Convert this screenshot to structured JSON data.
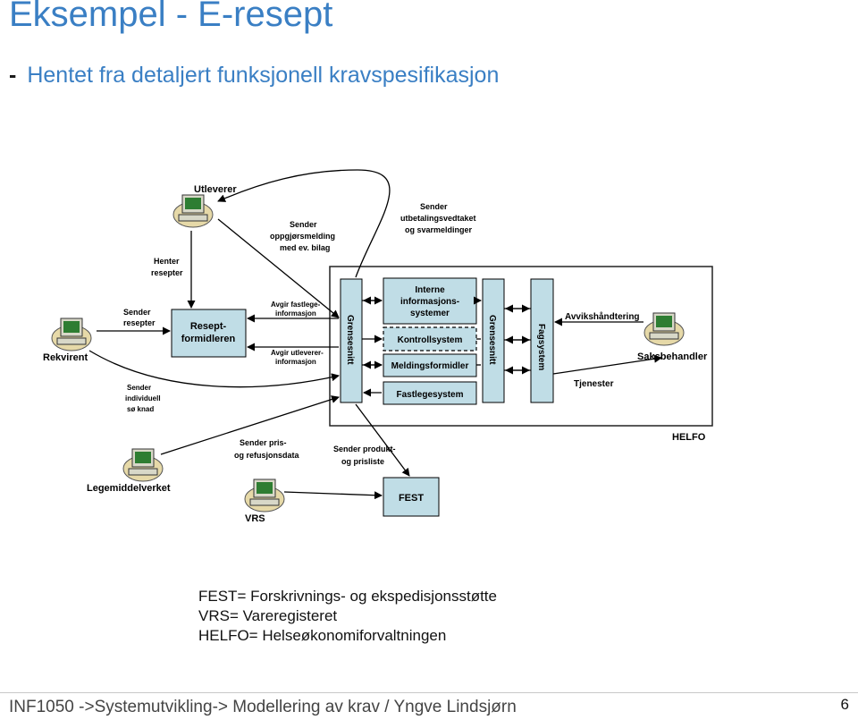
{
  "header": {
    "title": "Eksempel - E-resept",
    "subtitle_dash": "-",
    "subtitle": "Hentet fra detaljert funksjonell kravspesifikasjon"
  },
  "diagram": {
    "actors": {
      "utleverer": "Utleverer",
      "rekvirent": "Rekvirent",
      "legemiddelverket": "Legemiddelverket",
      "vrs": "VRS",
      "saksbehandler": "Saksbehandler"
    },
    "boxes": {
      "reseptformidleren_1": "Resept-",
      "reseptformidleren_2": "formidleren",
      "grensesnitt_left": "Grensesnitt",
      "interne_1": "Interne",
      "interne_2": "informasjons-",
      "interne_3": "systemer",
      "kontrollsystem": "Kontrollsystem",
      "meldingsformidler": "Meldingsformidler",
      "fastlegesystem": "Fastlegesystem",
      "grensesnitt_right": "Grensesnitt",
      "fagsystem": "Fagsystem",
      "fest": "FEST",
      "helfo": "HELFO"
    },
    "labels": {
      "henter_resepter_1": "Henter",
      "henter_resepter_2": "resepter",
      "sender_oppgjor_1": "Sender",
      "sender_oppgjor_2": "oppgjørsmelding",
      "sender_oppgjor_3": "med ev. bilag",
      "sender_utbet_1": "Sender",
      "sender_utbet_2": "utbetalingsvedtaket",
      "sender_utbet_3": "og svarmeldinger",
      "sender_resepter_1": "Sender",
      "sender_resepter_2": "resepter",
      "avgir_fastlege_1": "Avgir fastlege-",
      "avgir_fastlege_2": "informasjon",
      "avgir_utleverer_1": "Avgir utleverer-",
      "avgir_utleverer_2": "informasjon",
      "sender_individuell_1": "Sender",
      "sender_individuell_2": "individuell",
      "sender_individuell_3": "sø knad",
      "sender_pris_1": "Sender pris-",
      "sender_pris_2": "og refusjonsdata",
      "sender_produkt_1": "Sender produkt-",
      "sender_produkt_2": "og prisliste",
      "avvikshandtering": "Avvikshåndtering",
      "tjenester": "Tjenester"
    },
    "colors": {
      "box_fill": "#c0dde6",
      "box_stroke": "#000000",
      "accent": "#3a7fc4"
    }
  },
  "legend": {
    "line1": "FEST= Forskrivnings- og ekspedisjonsstøtte",
    "line2": "VRS= Vareregisteret",
    "line3": "HELFO= Helseøkonomiforvaltningen"
  },
  "footer": {
    "text": "INF1050 ->Systemutvikling-> Modellering av krav / Yngve Lindsjørn",
    "page": "6"
  }
}
